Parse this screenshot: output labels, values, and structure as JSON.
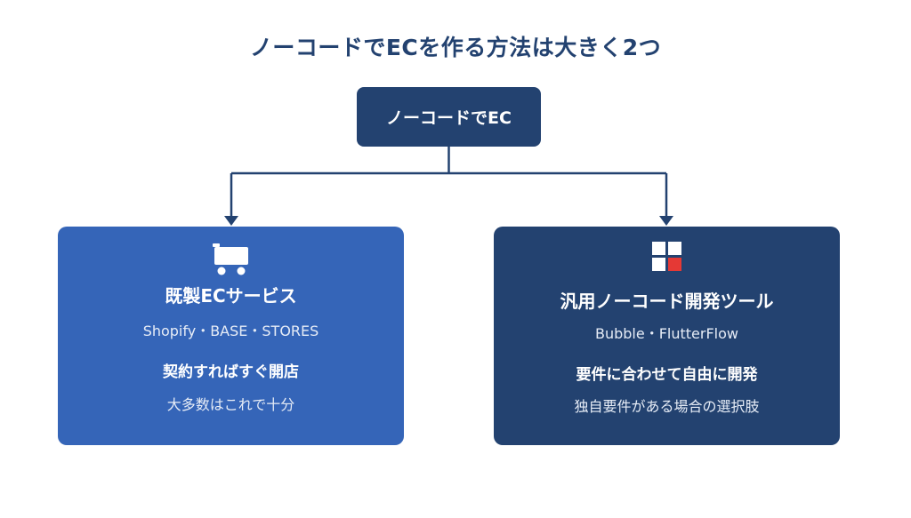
{
  "title": "ノーコードでECを作る方法は大きく2つ",
  "root": {
    "label": "ノーコードでEC"
  },
  "options": [
    {
      "icon": "shopping-cart-icon",
      "title": "既製ECサービス",
      "examples": "Shopify・BASE・STORES",
      "point": "契約すればすぐ開店",
      "note": "大多数はこれで十分",
      "color": "#3565b8"
    },
    {
      "icon": "grid-blocks-icon",
      "title": "汎用ノーコード開発ツール",
      "examples": "Bubble・FlutterFlow",
      "point": "要件に合わせて自由に開発",
      "note": "独自要件がある場合の選択肢",
      "color": "#234270"
    }
  ],
  "colors": {
    "navy": "#234270",
    "blue": "#3565b8",
    "accent_red": "#e53935"
  }
}
